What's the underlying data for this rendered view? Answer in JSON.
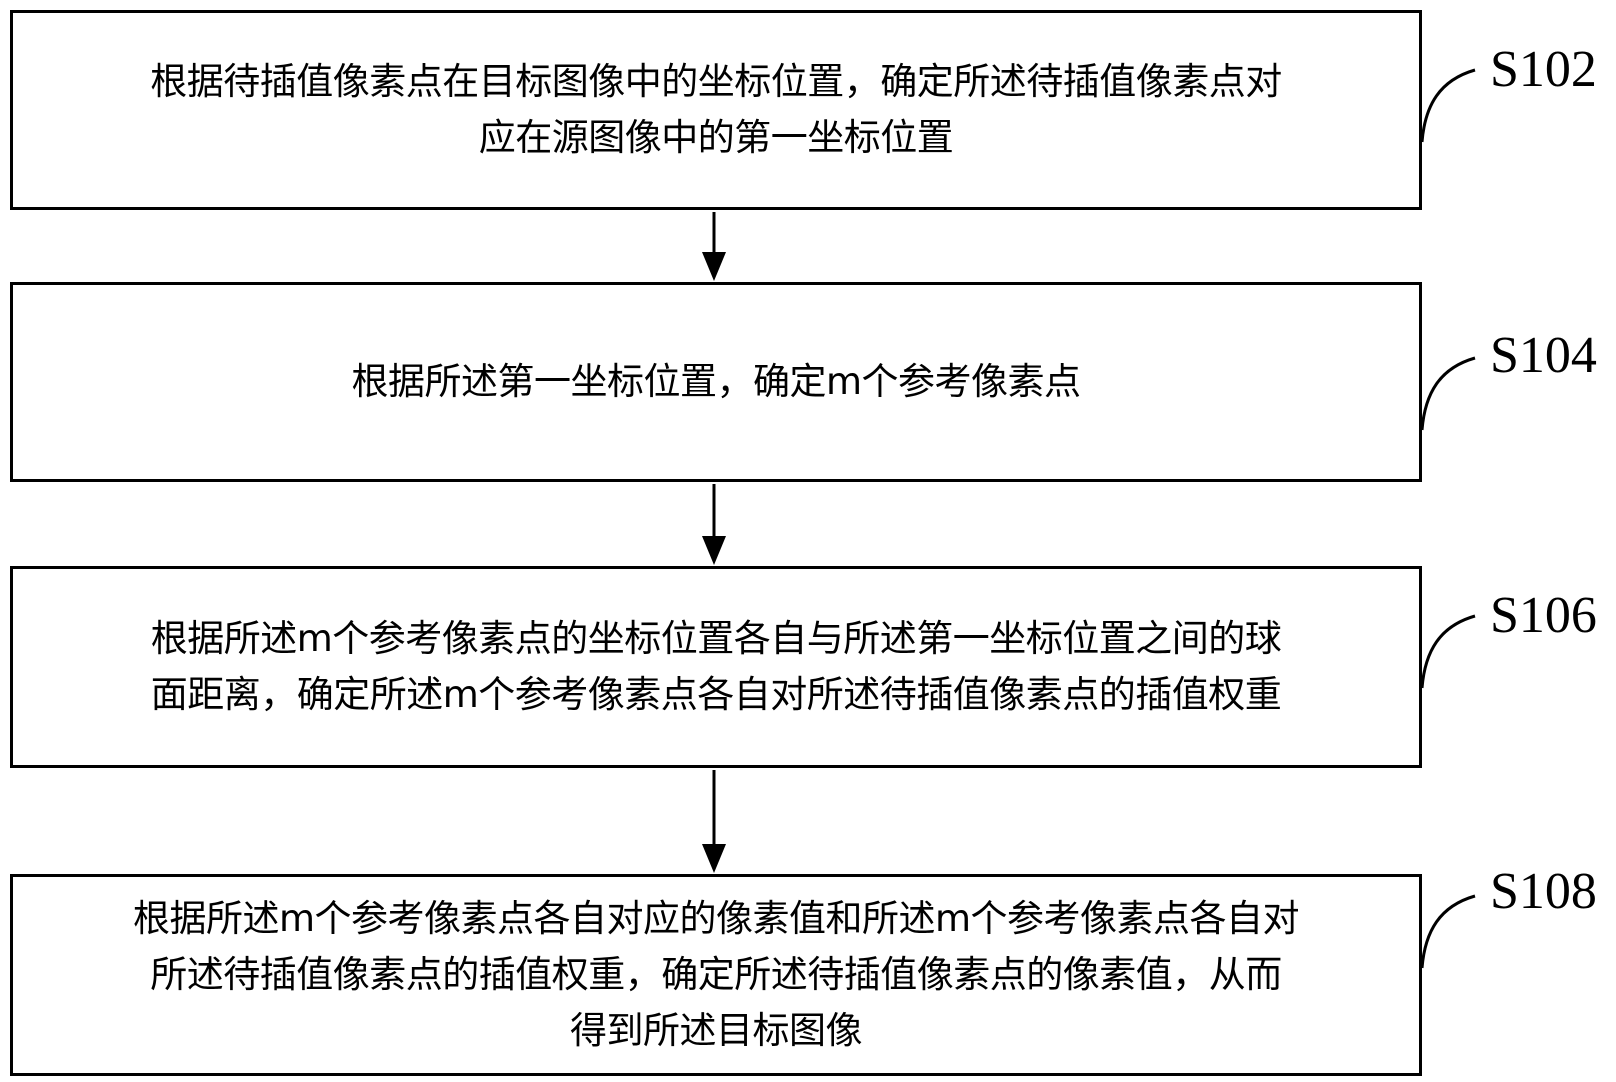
{
  "steps": [
    {
      "id": "S102",
      "label": "S102",
      "lines": [
        "根据待插值像素点在目标图像中的坐标位置，确定所述待插值像素点对",
        "应在源图像中的第一坐标位置"
      ]
    },
    {
      "id": "S104",
      "label": "S104",
      "lines": [
        "根据所述第一坐标位置，确定m个参考像素点"
      ]
    },
    {
      "id": "S106",
      "label": "S106",
      "lines": [
        "根据所述m个参考像素点的坐标位置各自与所述第一坐标位置之间的球",
        "面距离，确定所述m个参考像素点各自对所述待插值像素点的插值权重"
      ]
    },
    {
      "id": "S108",
      "label": "S108",
      "lines": [
        "根据所述m个参考像素点各自对应的像素值和所述m个参考像素点各自对",
        "所述待插值像素点的插值权重，确定所述待插值像素点的像素值，从而",
        "得到所述目标图像"
      ]
    }
  ],
  "colors": {
    "stroke": "#000000",
    "background": "#ffffff"
  }
}
